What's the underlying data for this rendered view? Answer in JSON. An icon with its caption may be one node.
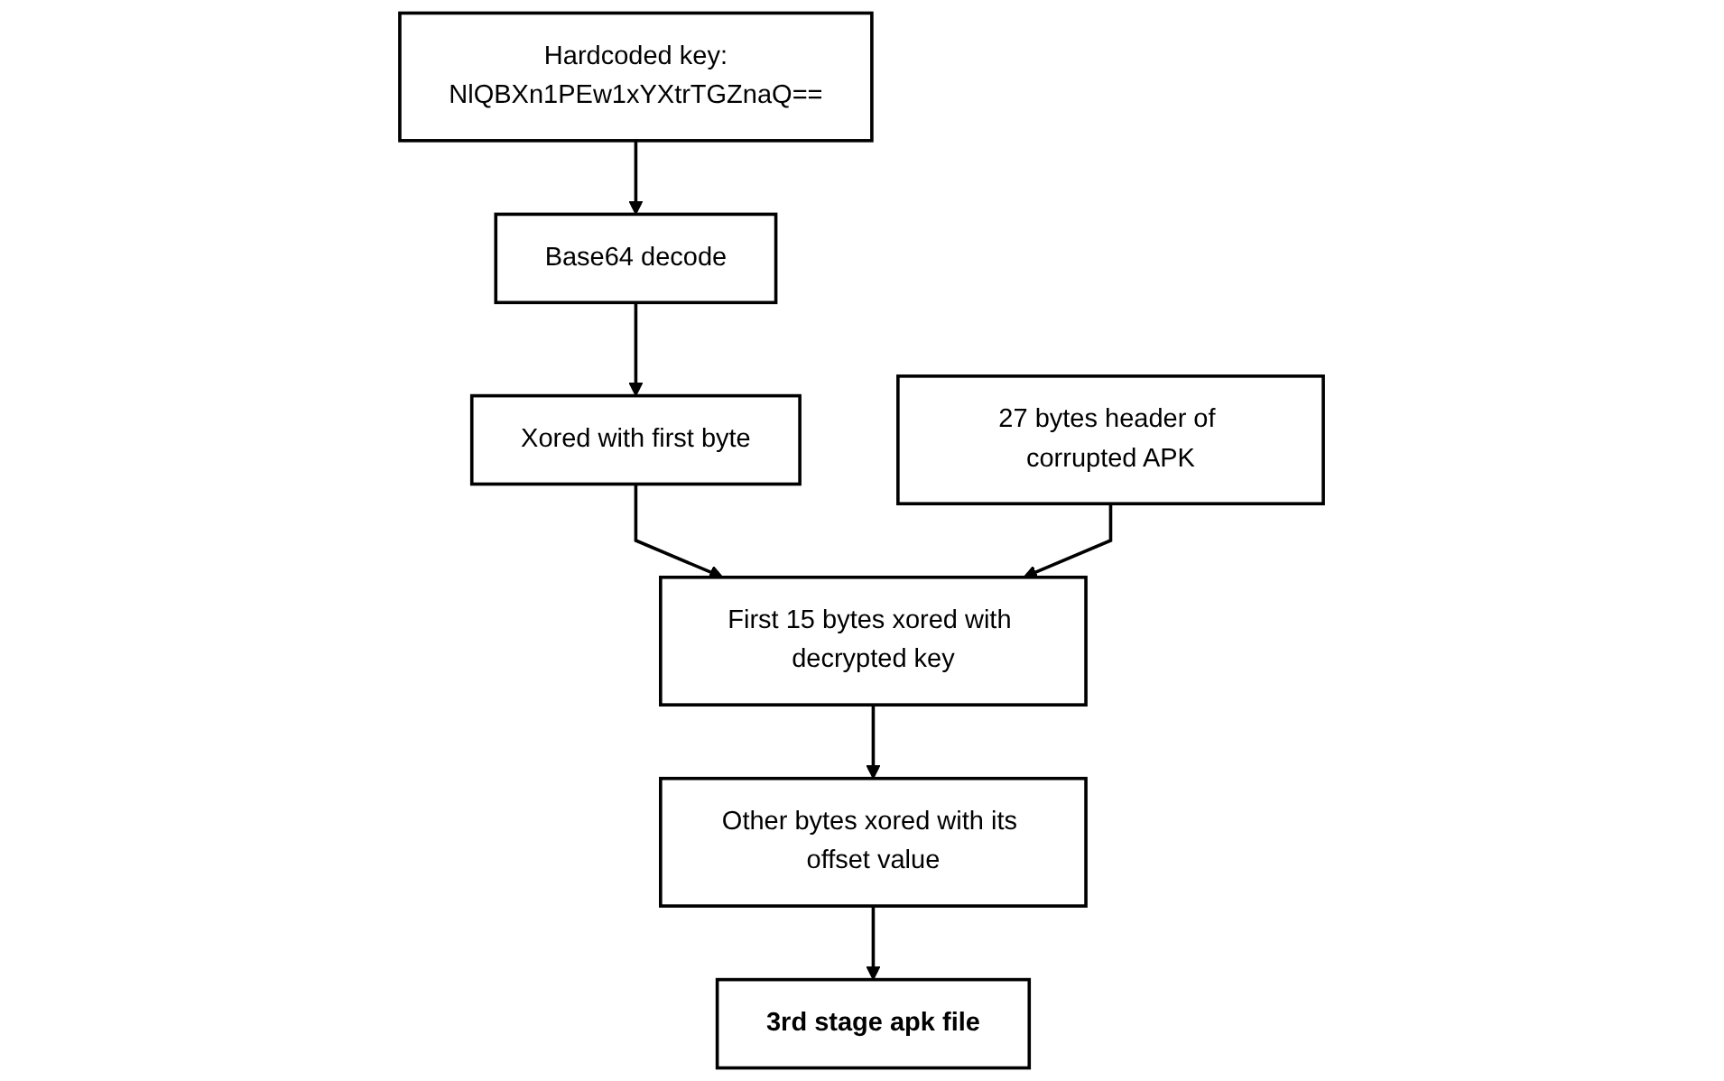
{
  "diagram": {
    "nodes": [
      {
        "text": [
          "Hardcoded key:",
          "NlQBXn1PEw1xYXtrTGZnaQ=="
        ]
      },
      {
        "text": [
          "Base64 decode"
        ]
      },
      {
        "text": [
          "Xored with first byte"
        ]
      },
      {
        "text": [
          "27 bytes header of corrupted APK"
        ]
      },
      {
        "text": [
          "First 15 bytes xored with decrypted key"
        ]
      },
      {
        "text": [
          "Other bytes xored with its offset value"
        ]
      },
      {
        "text": [
          "3rd stage apk file"
        ]
      }
    ],
    "edges": [
      {
        "from": 0,
        "to": 1,
        "arrow": "to"
      },
      {
        "from": 1,
        "to": 2,
        "arrow": "to"
      },
      {
        "from": 2,
        "to": 4,
        "arrow": "to"
      },
      {
        "from": 3,
        "to": 4,
        "arrow": "to"
      },
      {
        "from": 4,
        "to": 5,
        "arrow": "to"
      },
      {
        "from": 5,
        "to": 6,
        "arrow": "to"
      }
    ]
  }
}
